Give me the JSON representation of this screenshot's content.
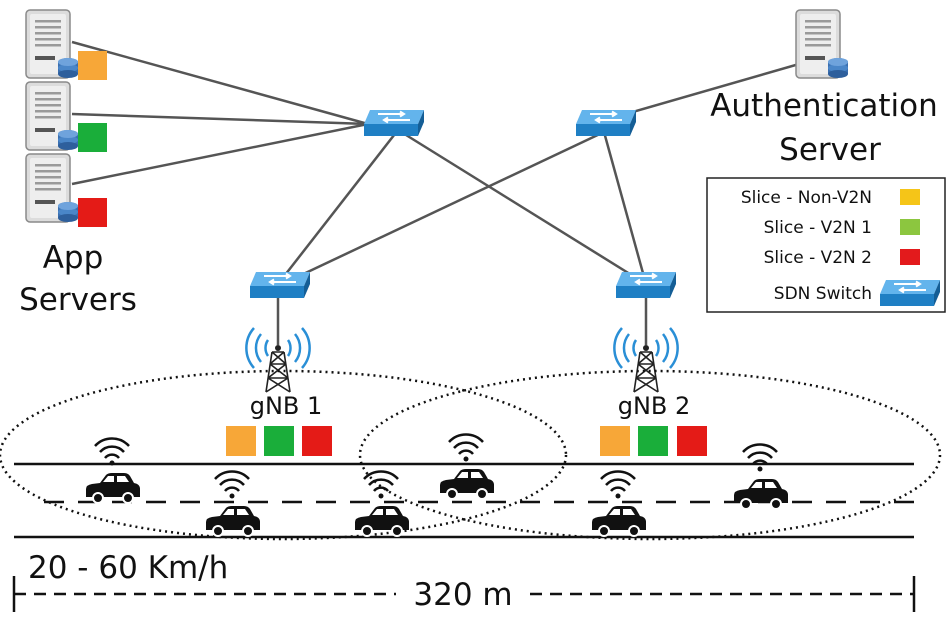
{
  "labels": {
    "app_servers_line1": "App",
    "app_servers_line2": "Servers",
    "auth_server_line1": "Authentication",
    "auth_server_line2": "Server",
    "gnb1": "gNB 1",
    "gnb2": "gNB 2",
    "speed": "20 - 60 Km/h",
    "distance": "320 m"
  },
  "legend": {
    "items": [
      {
        "label": "Slice - Non-V2N",
        "color": "#f5c518"
      },
      {
        "label": "Slice - V2N 1",
        "color": "#8cc63f"
      },
      {
        "label": "Slice - V2N 2",
        "color": "#e31a1c"
      }
    ],
    "switch_label": "SDN Switch"
  },
  "slice_colors": {
    "non_v2n": "#f7a738",
    "v2n1": "#1aae3a",
    "v2n2": "#e41b17"
  },
  "icons": {
    "server": "server-icon",
    "switch": "sdn-switch-icon",
    "tower": "antenna-tower-icon",
    "car": "car-icon",
    "wifi": "wifi-icon"
  }
}
